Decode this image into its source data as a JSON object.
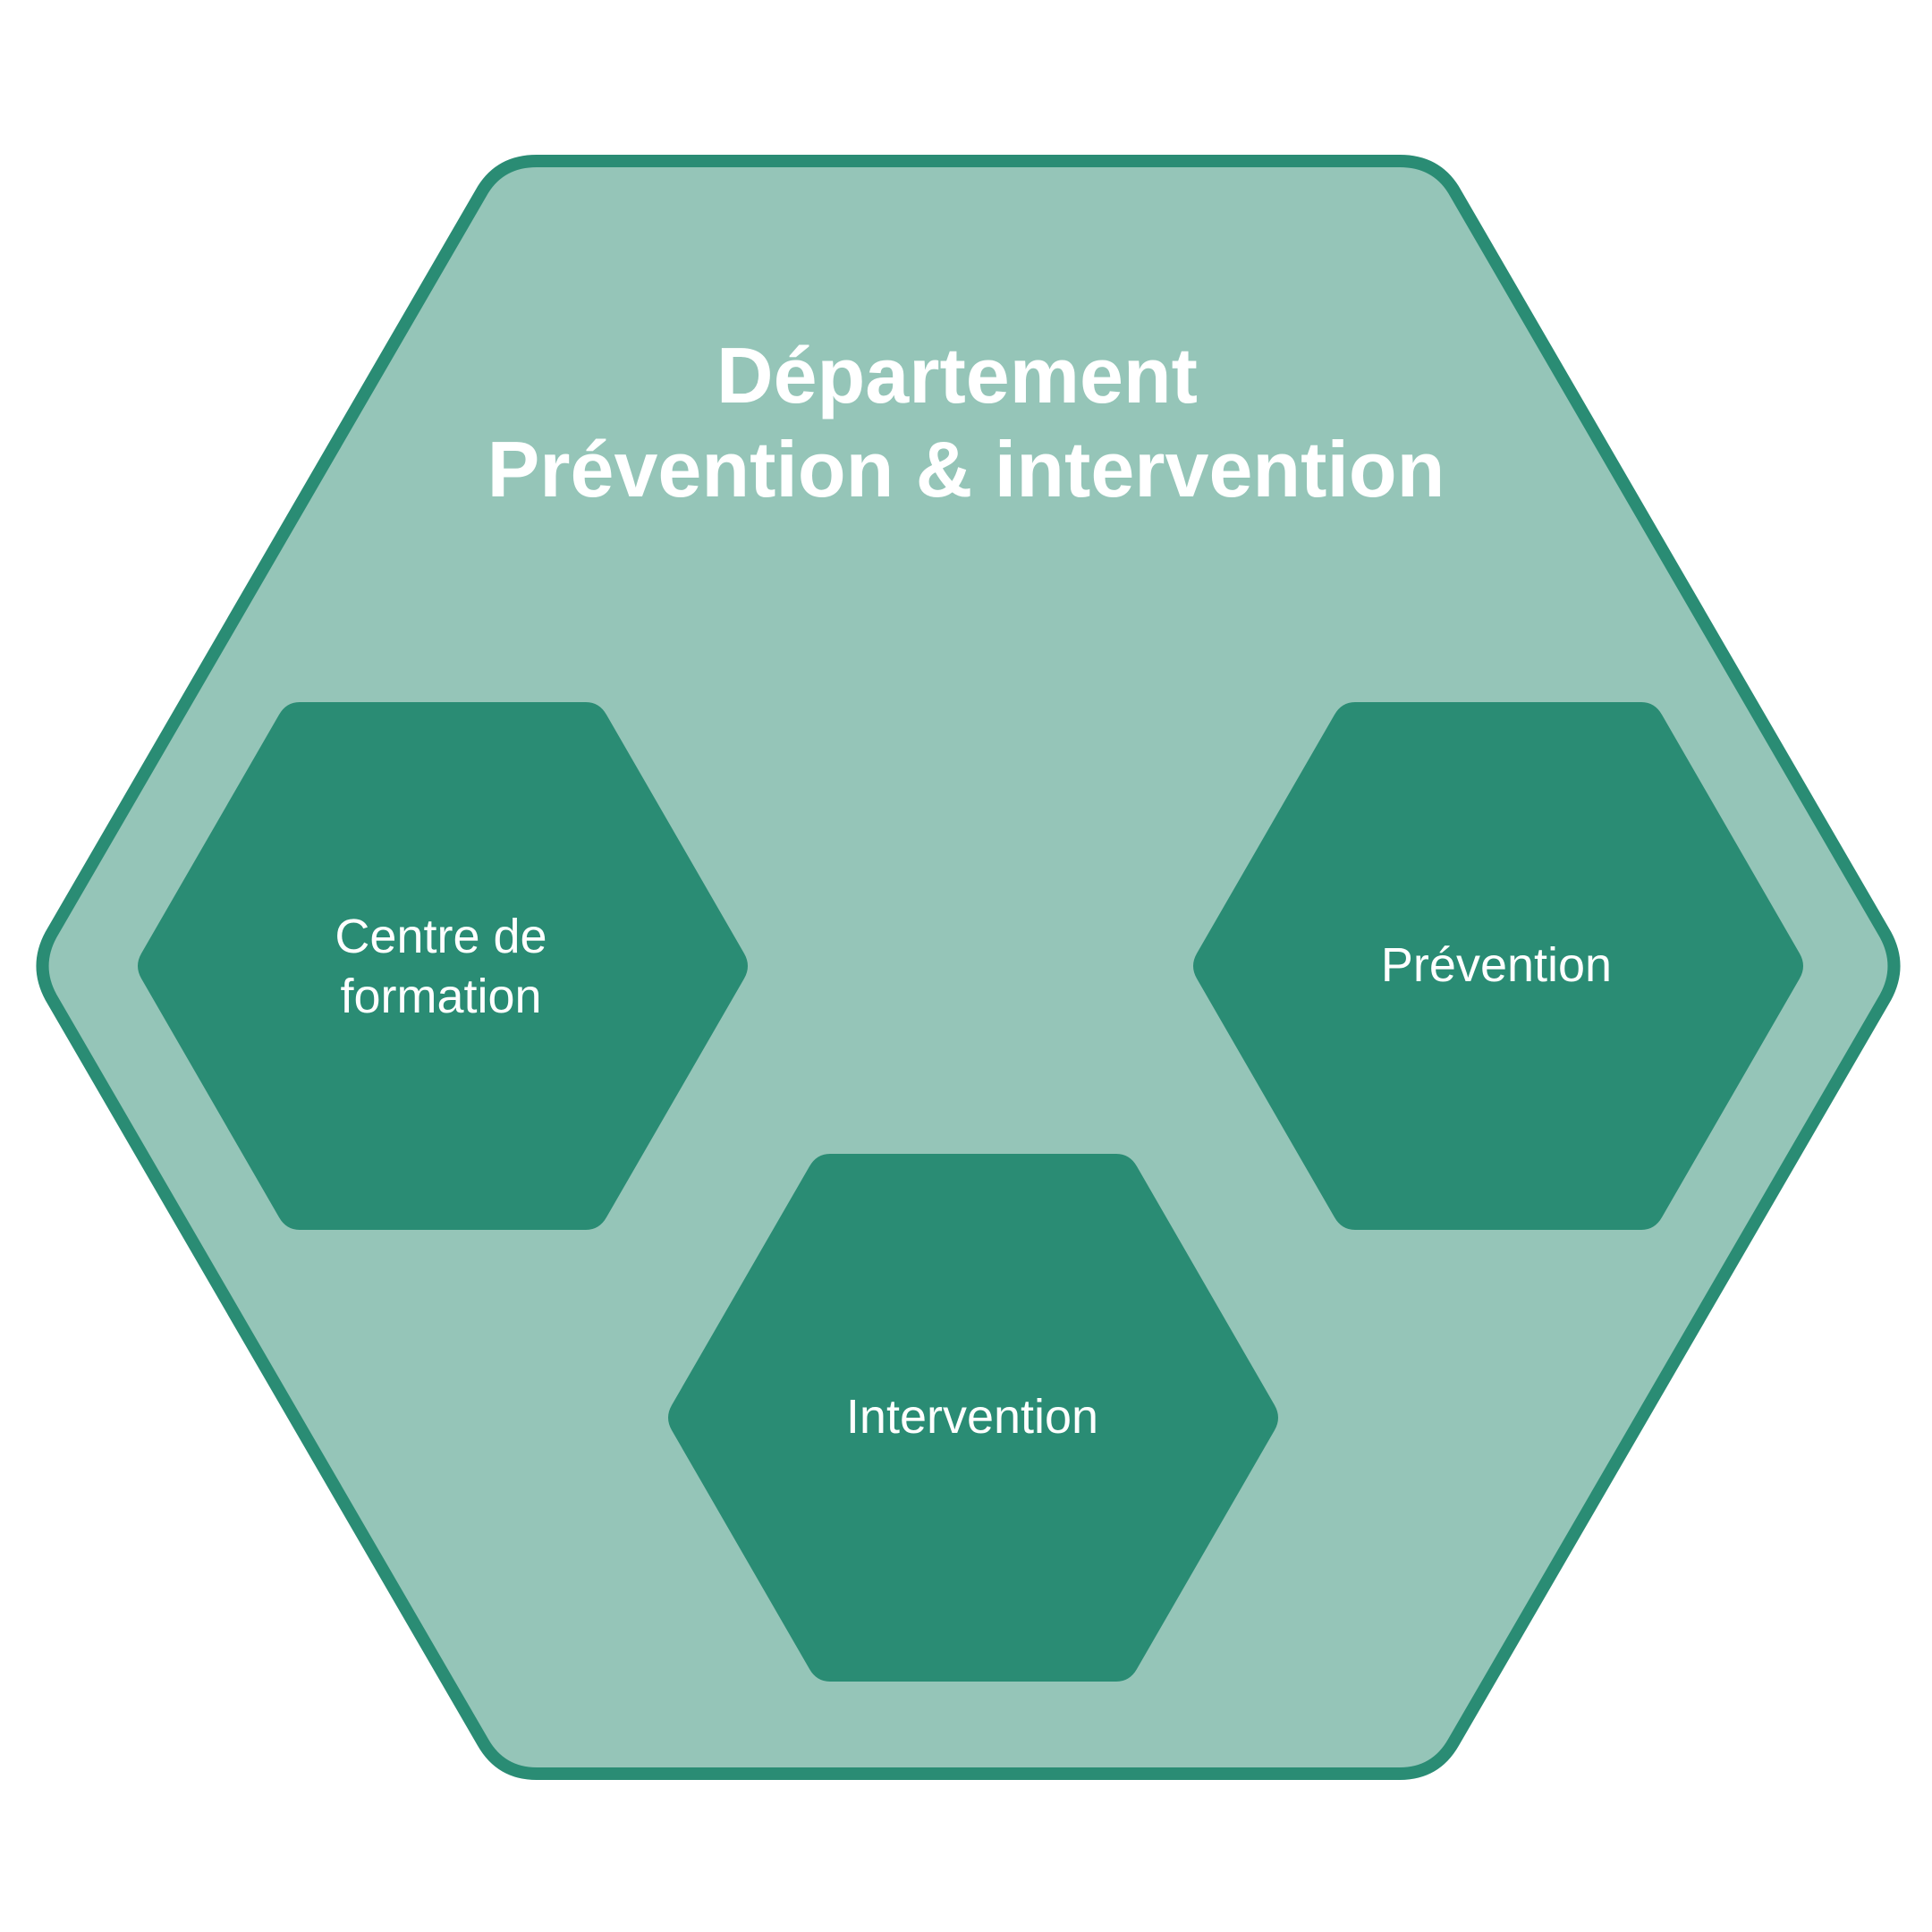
{
  "colors": {
    "outer_fill": "#95c5b8",
    "outer_stroke": "#2a8c74",
    "inner_fill": "#2a8c74",
    "text": "#ffffff",
    "background": "#ffffff"
  },
  "department": {
    "title_line1": "Département",
    "title_line2": "Prévention & intervention"
  },
  "units": {
    "centre": {
      "line1": "Centre de",
      "line2": "formation"
    },
    "prevention": {
      "label": "Prévention"
    },
    "intervention": {
      "label": "Intervention"
    }
  }
}
